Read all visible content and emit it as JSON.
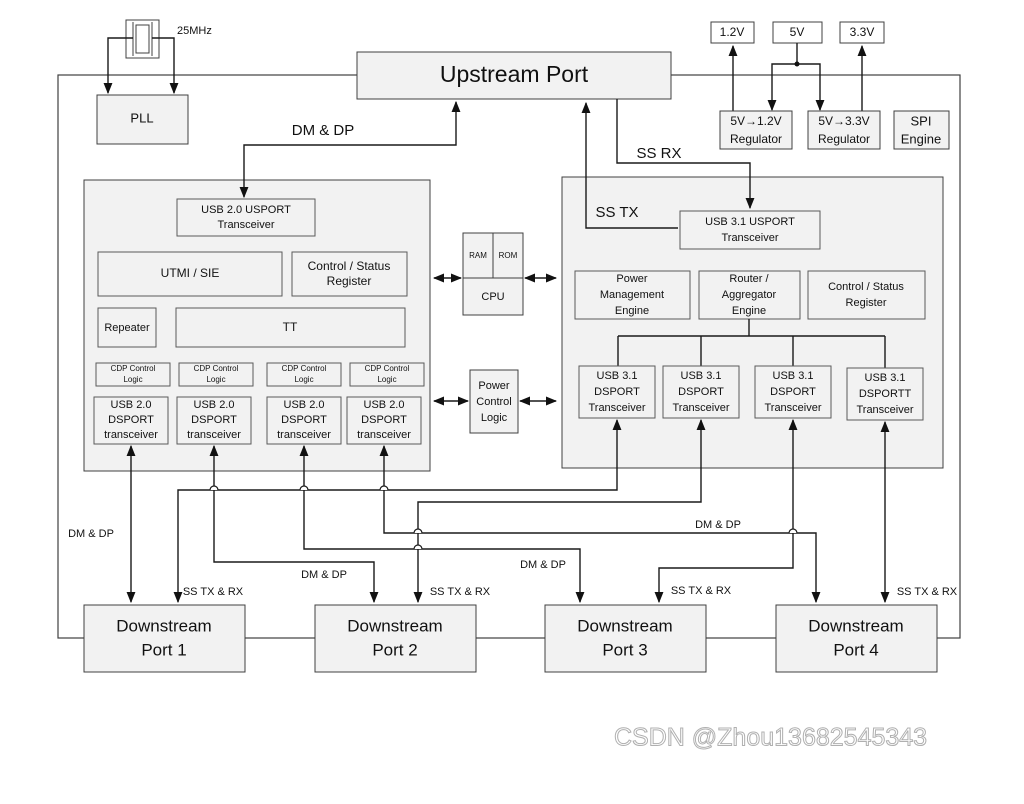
{
  "clock": {
    "freq": "25MHz",
    "pll": "PLL"
  },
  "supplies": {
    "v12": "1.2V",
    "v5": "5V",
    "v33": "3.3V"
  },
  "regulators": {
    "reg12": {
      "line1": "5V→1.2V",
      "line2": "Regulator"
    },
    "reg33": {
      "line1": "5V→3.3V",
      "line2": "Regulator"
    }
  },
  "spi": {
    "line1": "SPI",
    "line2": "Engine"
  },
  "upstream": "Upstream Port",
  "signals": {
    "dm_dp_top": "DM & DP",
    "ss_rx": "SS RX",
    "ss_tx": "SS TX",
    "dm_dp_p1": "DM & DP",
    "dm_dp_p2": "DM & DP",
    "dm_dp_p3": "DM & DP",
    "dm_dp_p4": "DM & DP",
    "ss_p1": "SS TX & RX",
    "ss_p2": "SS TX & RX",
    "ss_p3": "SS TX & RX",
    "ss_p4": "SS TX & RX"
  },
  "usb2": {
    "usport_1": "USB 2.0 USPORT",
    "usport_2": "Transceiver",
    "utmi": "UTMI / SIE",
    "ctrl_1": "Control / Status",
    "ctrl_2": "Register",
    "repeater": "Repeater",
    "tt": "TT",
    "cdp": [
      {
        "l1": "CDP Control",
        "l2": "Logic"
      },
      {
        "l1": "CDP Control",
        "l2": "Logic"
      },
      {
        "l1": "CDP Control",
        "l2": "Logic"
      },
      {
        "l1": "CDP Control",
        "l2": "Logic"
      }
    ],
    "dsport": [
      {
        "l1": "USB 2.0",
        "l2": "DSPORT",
        "l3": "transceiver"
      },
      {
        "l1": "USB 2.0",
        "l2": "DSPORT",
        "l3": "transceiver"
      },
      {
        "l1": "USB 2.0",
        "l2": "DSPORT",
        "l3": "transceiver"
      },
      {
        "l1": "USB 2.0",
        "l2": "DSPORT",
        "l3": "transceiver"
      }
    ]
  },
  "cpu": {
    "ram": "RAM",
    "rom": "ROM",
    "cpu": "CPU"
  },
  "power_ctrl": {
    "l1": "Power",
    "l2": "Control",
    "l3": "Logic"
  },
  "usb3": {
    "usport_1": "USB 3.1 USPORT",
    "usport_2": "Transceiver",
    "pme": {
      "l1": "Power",
      "l2": "Management",
      "l3": "Engine"
    },
    "router": {
      "l1": "Router /",
      "l2": "Aggregator",
      "l3": "Engine"
    },
    "ctrl_1": "Control / Status",
    "ctrl_2": "Register",
    "dsport": [
      {
        "l1": "USB 3.1",
        "l2": "DSPORT",
        "l3": "Transceiver"
      },
      {
        "l1": "USB 3.1",
        "l2": "DSPORT",
        "l3": "Transceiver"
      },
      {
        "l1": "USB 3.1",
        "l2": "DSPORT",
        "l3": "Transceiver"
      },
      {
        "l1": "USB 3.1",
        "l2": "DSPORTT",
        "l3": "Transceiver"
      }
    ]
  },
  "downstream": [
    {
      "l1": "Downstream",
      "l2": "Port 1"
    },
    {
      "l1": "Downstream",
      "l2": "Port 2"
    },
    {
      "l1": "Downstream",
      "l2": "Port 3"
    },
    {
      "l1": "Downstream",
      "l2": "Port 4"
    }
  ],
  "watermark": "CSDN @Zhou13682545343"
}
